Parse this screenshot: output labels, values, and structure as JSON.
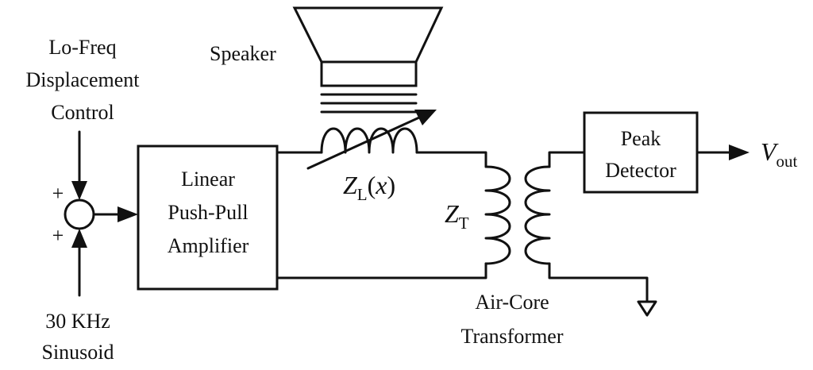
{
  "inputs": {
    "lo_freq": [
      "Lo-Freq",
      "Displacement",
      "Control"
    ],
    "sinusoid": [
      "30 KHz",
      "Sinusoid"
    ],
    "sign_top": "+",
    "sign_bottom": "+"
  },
  "blocks": {
    "amplifier": [
      "Linear",
      "Push-Pull",
      "Amplifier"
    ],
    "detector": [
      "Peak",
      "Detector"
    ]
  },
  "labels": {
    "speaker": "Speaker",
    "zl_main": "Z",
    "zl_sub": "L",
    "zl_arg_open": "(",
    "zl_arg": "x",
    "zl_arg_close": ")",
    "zt_main": "Z",
    "zt_sub": "T",
    "vout_main": "V",
    "vout_sub": "out",
    "transformer": [
      "Air-Core",
      "Transformer"
    ]
  }
}
